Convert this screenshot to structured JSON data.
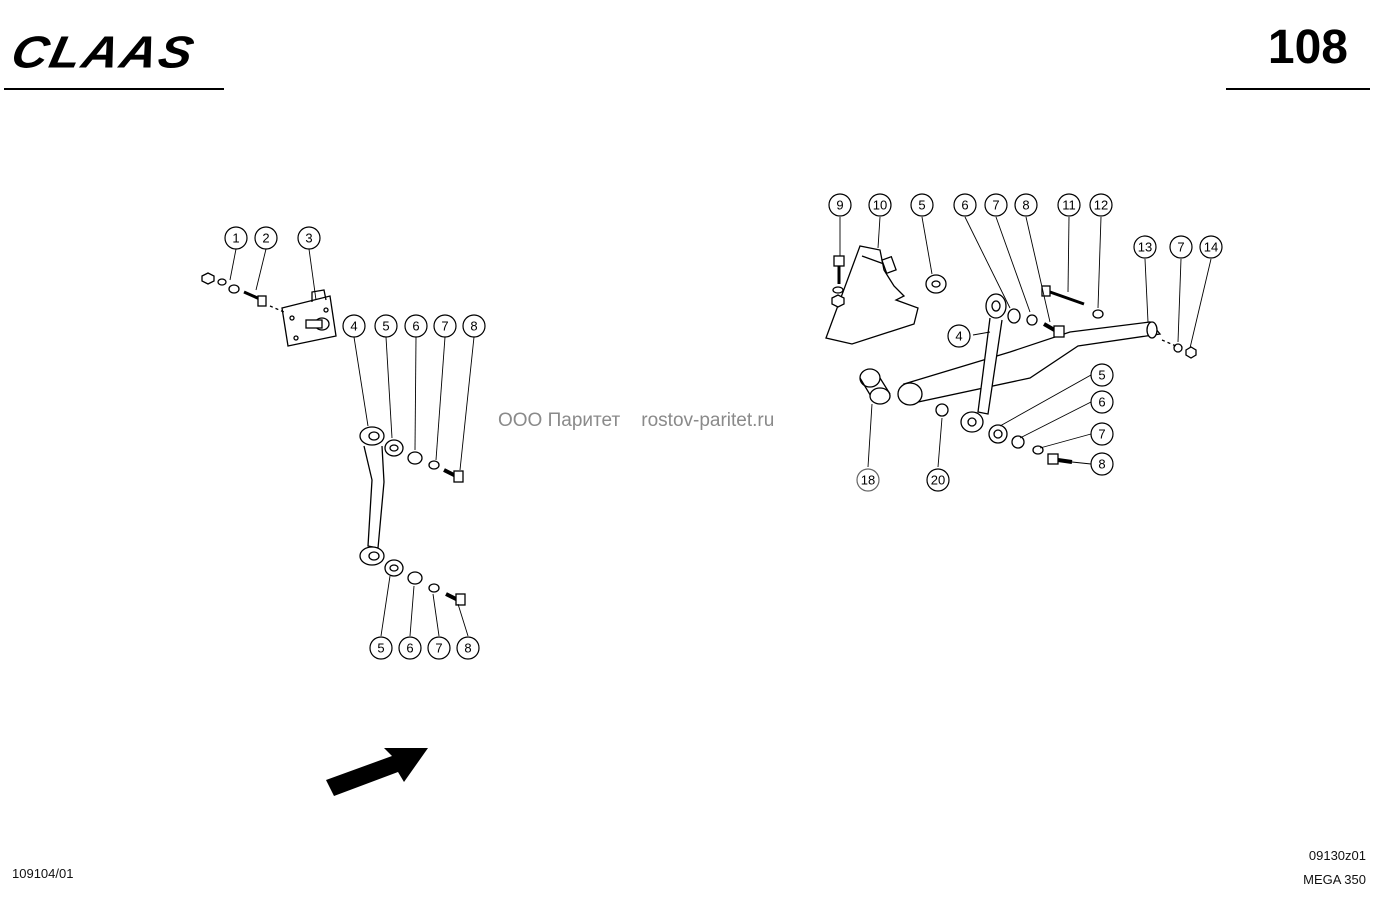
{
  "header": {
    "brand": "CLAAS",
    "page_number": "108"
  },
  "watermark": {
    "company": "ООО Паритет",
    "site": "rostov-paritet.ru"
  },
  "footer": {
    "left_code": "109104/01",
    "drawing_code": "09130z01",
    "model": "MEGA 350"
  },
  "callouts": {
    "c1": "1",
    "c2": "2",
    "c3": "3",
    "c4a": "4",
    "c5a": "5",
    "c6a": "6",
    "c7a": "7",
    "c8a": "8",
    "c5b": "5",
    "c6b": "6",
    "c7b": "7",
    "c8b": "8",
    "c9": "9",
    "c10": "10",
    "c5c": "5",
    "c6c": "6",
    "c7c": "7",
    "c8c": "8",
    "c11": "11",
    "c12": "12",
    "c13": "13",
    "c7d": "7",
    "c14": "14",
    "c4b": "4",
    "c5d": "5",
    "c6d": "6",
    "c7e": "7",
    "c8d": "8",
    "c18": "18",
    "c20": "20"
  }
}
